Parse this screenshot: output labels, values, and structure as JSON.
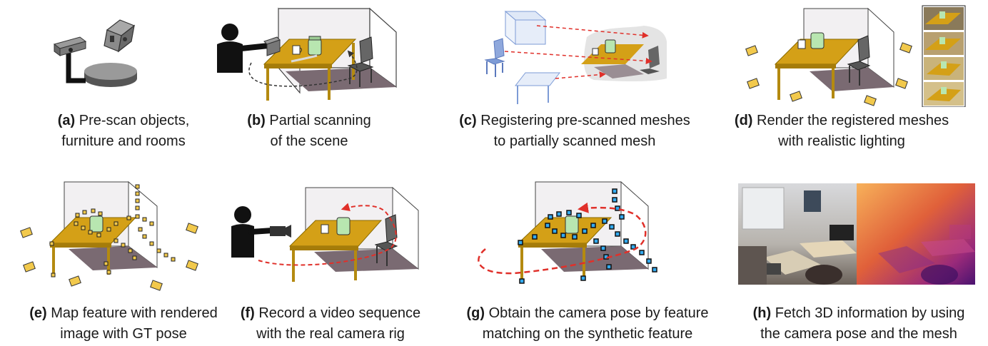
{
  "panels": [
    {
      "letter": "(a)",
      "line1": "Pre-scan objects,",
      "line2": "furniture and rooms"
    },
    {
      "letter": "(b)",
      "line1": "Partial scanning",
      "line2": "of the scene"
    },
    {
      "letter": "(c)",
      "line1": "Registering pre-scanned meshes",
      "line2": "to partially scanned mesh"
    },
    {
      "letter": "(d)",
      "line1": "Render the registered meshes",
      "line2": "with realistic lighting"
    },
    {
      "letter": "(e)",
      "line1": "Map feature with rendered",
      "line2": "image with GT pose"
    },
    {
      "letter": "(f)",
      "line1": "Record a video sequence",
      "line2": "with the real camera rig"
    },
    {
      "letter": "(g)",
      "line1": "Obtain the camera pose by feature",
      "line2": "matching on the synthetic feature"
    },
    {
      "letter": "(h)",
      "line1": "Fetch 3D information by using",
      "line2": "the camera pose and the mesh"
    }
  ],
  "colors": {
    "table": "#d4a017",
    "table_edge": "#8a6a00",
    "room_back": "#f2f0f2",
    "floor_shadow": "#7a6a72",
    "chair": "#555555",
    "arrow": "#e0302a",
    "feature_cam": "#f2c94c",
    "feature_point": "#33aaf0",
    "ghost_mesh": "#7d9bd6"
  }
}
